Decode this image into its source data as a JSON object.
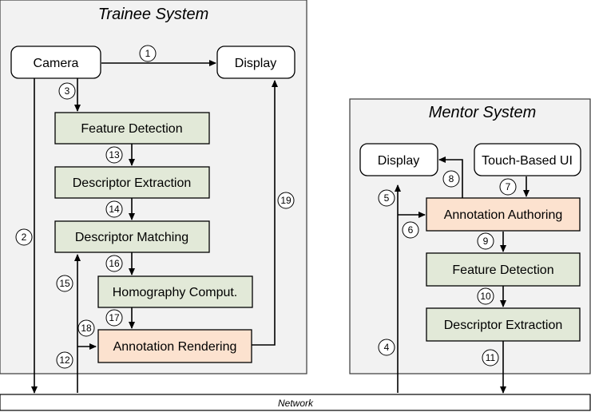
{
  "trainee": {
    "title": "Trainee System",
    "camera": "Camera",
    "display": "Display",
    "feature_detection": "Feature Detection",
    "descriptor_extraction": "Descriptor Extraction",
    "descriptor_matching": "Descriptor Matching",
    "homography": "Homography Comput.",
    "annotation_rendering": "Annotation Rendering"
  },
  "mentor": {
    "title": "Mentor System",
    "display": "Display",
    "touch_ui": "Touch-Based UI",
    "annotation_authoring": "Annotation Authoring",
    "feature_detection": "Feature Detection",
    "descriptor_extraction": "Descriptor Extraction"
  },
  "network": {
    "label": "Network"
  },
  "step_labels": [
    "1",
    "2",
    "3",
    "4",
    "5",
    "6",
    "7",
    "8",
    "9",
    "10",
    "11",
    "12",
    "13",
    "14",
    "15",
    "16",
    "17",
    "18",
    "19"
  ],
  "colors": {
    "system_bg": "#f2f2f2",
    "processing_node": "#e2e9d8",
    "annotation_node": "#fce2cf",
    "io_node": "#ffffff"
  }
}
